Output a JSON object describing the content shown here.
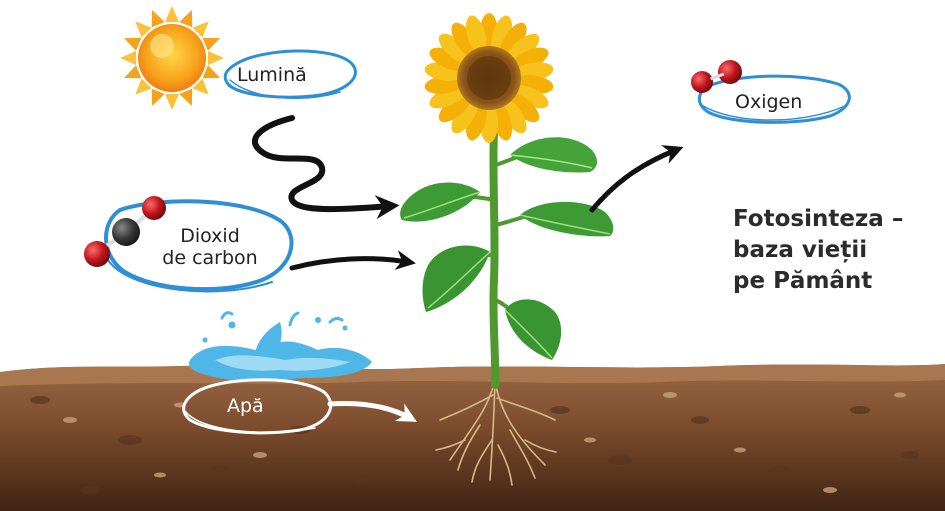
{
  "labels": {
    "light": "Lumină",
    "oxygen": "Oxigen",
    "co2_line1": "Dioxid",
    "co2_line2": "de carbon",
    "water": "Apă"
  },
  "title": {
    "line1": "Fotosinteza –",
    "line2": "baza vieții",
    "line3": "pe Pământ"
  },
  "colors": {
    "ellipse_blue": "#2f8fd6",
    "soil_top": "#8a5a3b",
    "soil_deep": "#4a2a17",
    "leaf": "#3e9a35",
    "petal": "#f7c21b",
    "molecule_red": "#c0161d",
    "molecule_carbon": "#3a3a3a",
    "water": "#4fb6e8",
    "arrow": "#111111"
  }
}
